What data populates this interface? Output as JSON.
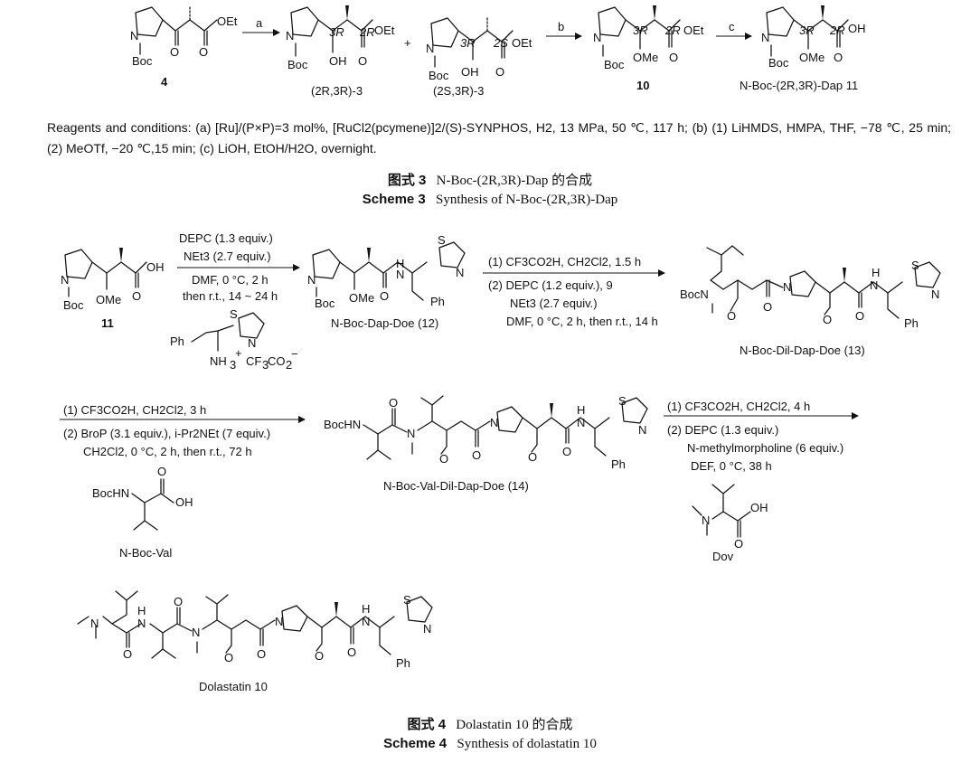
{
  "scheme3": {
    "arrows": {
      "a": "a",
      "b": "b",
      "c": "c"
    },
    "compound_4": "4",
    "compound_3a": "(2R,3R)-3",
    "compound_3b": "(2S,3R)-3",
    "compound_10": "10",
    "compound_11": "N-Boc-(2R,3R)-Dap 11",
    "plus": "+",
    "reagents": "Reagents and conditions: (a) [Ru]/(P×P)=3 mol%, [RuCl2(pcymene)]2/(S)-SYNPHOS, H2, 13 MPa, 50 ℃, 117 h; (b) (1) LiHMDS, HMPA, THF, −78 ℃, 25 min; (2) MeOTf, −20 ℃,15 min; (c) LiOH, EtOH/H2O, overnight.",
    "caption_cn_label": "图式 3",
    "caption_cn": "N-Boc-(2R,3R)-Dap 的合成",
    "caption_en_label": "Scheme 3",
    "caption_en": "Synthesis of N-Boc-(2R,3R)-Dap"
  },
  "scheme4": {
    "step1": [
      "DEPC (1.3 equiv.)",
      "NEt3 (2.7 equiv.)",
      "DMF, 0 °C, 2 h",
      "then r.t., 14 ~ 24 h"
    ],
    "step2": [
      "(1) CF3CO2H, CH2Cl2, 1.5 h",
      "(2) DEPC (1.2 equiv.), 9",
      "NEt3 (2.7 equiv.)",
      "DMF, 0 °C, 2 h, then r.t., 14 h"
    ],
    "step3": [
      "(1) CF3CO2H, CH2Cl2, 3 h",
      "(2) BroP (3.1 equiv.), i-Pr2NEt (7 equiv.)",
      "CH2Cl2, 0 °C, 2 h, then r.t., 72 h"
    ],
    "step4": [
      "(1) CF3CO2H, CH2Cl2, 4 h",
      "(2) DEPC (1.3 equiv.)",
      "N-methylmorpholine (6 equiv.)",
      "DEF, 0 °C, 38 h"
    ],
    "compound_11": "11",
    "compound_12": "N-Boc-Dap-Doe (12)",
    "compound_13": "N-Boc-Dil-Dap-Doe (13)",
    "compound_14": "N-Boc-Val-Dil-Dap-Doe (14)",
    "boc_val": "N-Boc-Val",
    "dov": "Dov",
    "dolastatin": "Dolastatin 10",
    "caption_cn_label": "图式 4",
    "caption_cn": "Dolastatin 10 的合成",
    "caption_en_label": "Scheme 4",
    "caption_en": "Synthesis of dolastatin 10"
  }
}
